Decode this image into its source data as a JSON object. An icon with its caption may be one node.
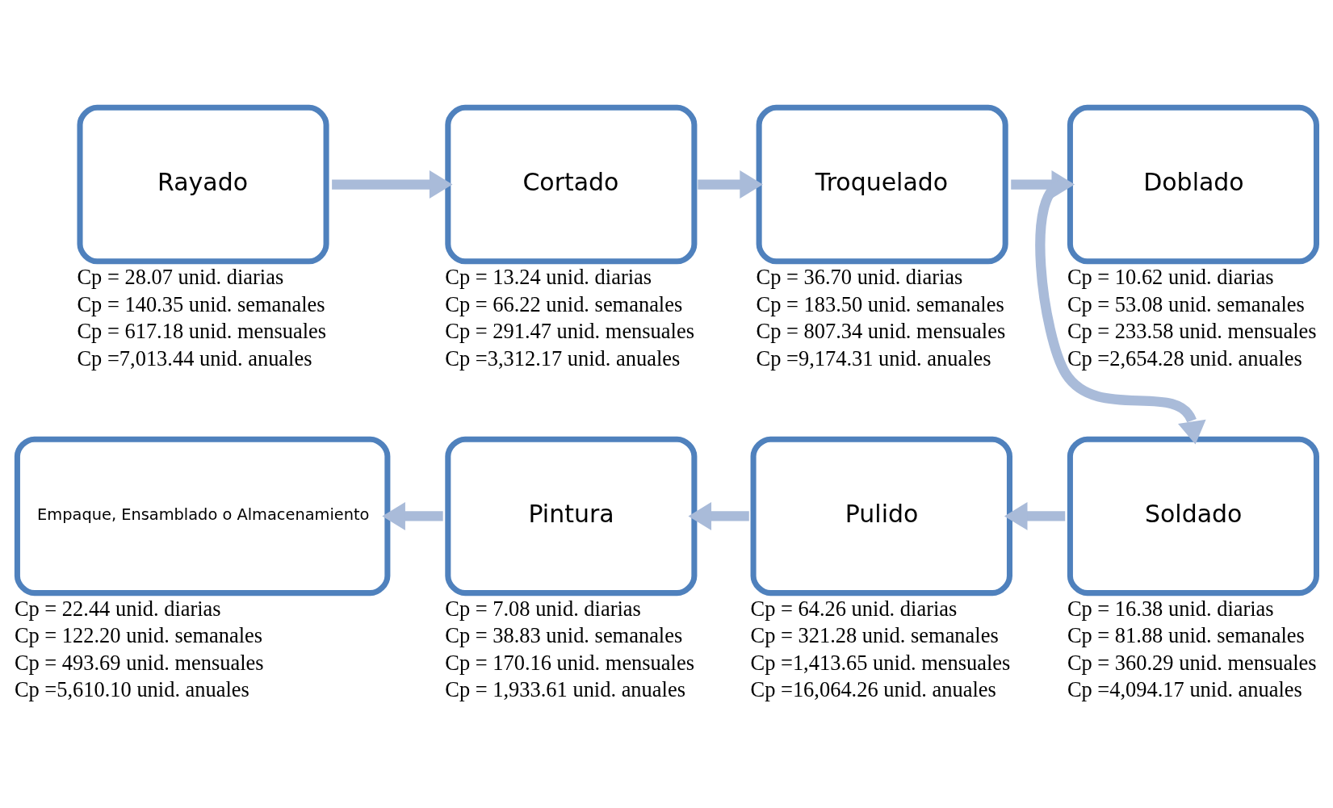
{
  "diagram": {
    "nodes": [
      {
        "text": [
          "Rayado"
        ],
        "beside": [
          "Cp = 28.07 unid. diarias",
          "Cp = 140.35 unid. semanales",
          "Cp = 617.18 unid. mensuales",
          "Cp =7,013.44 unid. anuales"
        ]
      },
      {
        "text": [
          "Cortado"
        ],
        "beside": [
          "Cp = 13.24 unid. diarias",
          "Cp = 66.22 unid. semanales",
          "Cp = 291.47 unid. mensuales",
          "Cp =3,312.17 unid. anuales"
        ]
      },
      {
        "text": [
          "Troquelado"
        ],
        "beside": [
          "Cp = 36.70 unid. diarias",
          "Cp = 183.50 unid. semanales",
          "Cp = 807.34 unid. mensuales",
          "Cp =9,174.31 unid. anuales"
        ]
      },
      {
        "text": [
          "Doblado"
        ],
        "beside": [
          "Cp = 10.62 unid. diarias",
          "Cp = 53.08 unid. semanales",
          "Cp = 233.58 unid. mensuales",
          "Cp =2,654.28 unid. anuales"
        ]
      },
      {
        "text": [
          "Soldado"
        ],
        "beside": [
          "Cp = 16.38 unid. diarias",
          "Cp = 81.88 unid. semanales",
          "Cp = 360.29 unid. mensuales",
          "Cp =4,094.17 unid. anuales"
        ]
      },
      {
        "text": [
          "Pulido"
        ],
        "beside": [
          "Cp = 64.26 unid. diarias",
          "Cp = 321.28 unid. semanales",
          "Cp =1,413.65 unid. mensuales",
          "Cp =16,064.26 unid. anuales"
        ]
      },
      {
        "text": [
          "Pintura"
        ],
        "beside": [
          "Cp = 7.08 unid. diarias",
          "Cp = 38.83 unid. semanales",
          "Cp = 170.16 unid. mensuales",
          "Cp = 1,933.61 unid. anuales"
        ]
      },
      {
        "text": [
          "Empaque, Ensamblado o Almacenamiento"
        ],
        "beside": [
          "Cp = 22.44 unid. diarias",
          "Cp = 122.20 unid. semanales",
          "Cp = 493.69 unid. mensuales",
          "Cp =5,610.10 unid. anuales"
        ]
      }
    ],
    "edges": [
      {
        "from": 0,
        "to": 1,
        "arrow": "to"
      },
      {
        "from": 1,
        "to": 2,
        "arrow": "to"
      },
      {
        "from": 2,
        "to": 3,
        "arrow": "to"
      },
      {
        "from": 3,
        "to": 4,
        "arrow": "to"
      },
      {
        "from": 4,
        "to": 5,
        "arrow": "to"
      },
      {
        "from": 5,
        "to": 6,
        "arrow": "to"
      },
      {
        "from": 6,
        "to": 7,
        "arrow": "to"
      }
    ]
  }
}
